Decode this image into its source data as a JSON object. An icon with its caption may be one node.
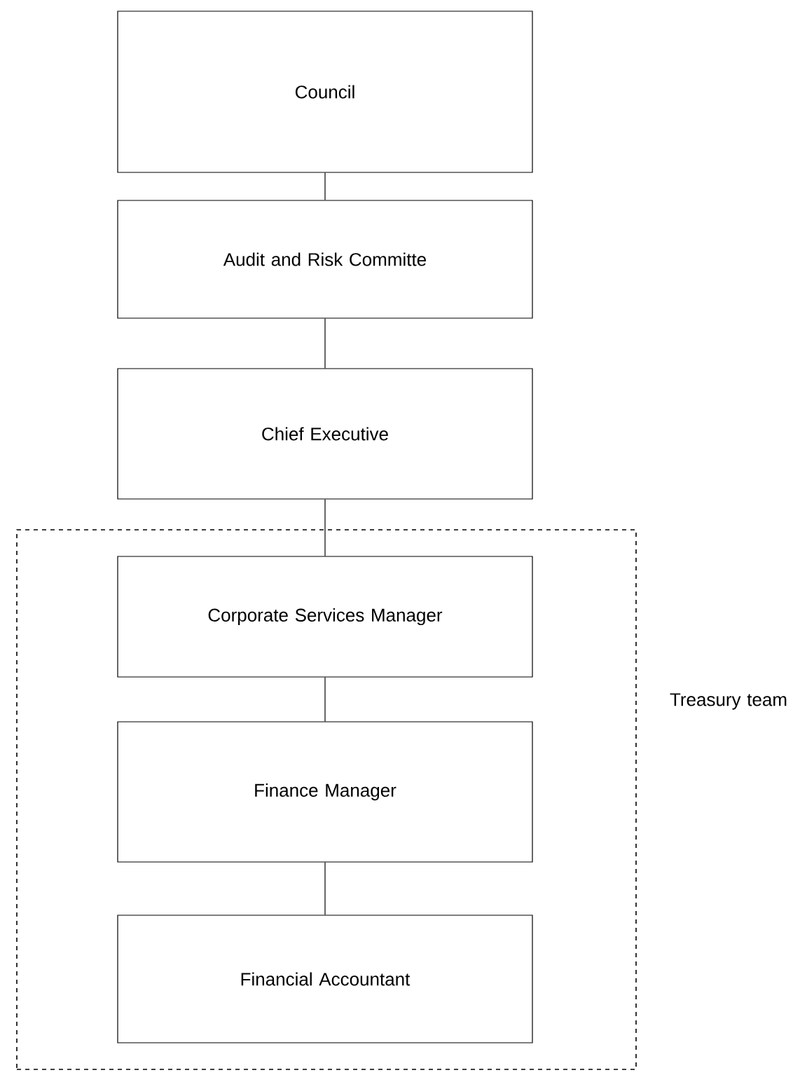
{
  "diagram": {
    "nodes": [
      {
        "text": [
          "Council"
        ]
      },
      {
        "text": [
          "Audit and Risk Committe"
        ]
      },
      {
        "text": [
          "Chief Executive"
        ]
      },
      {
        "text": [
          "Treasury team"
        ]
      },
      {
        "text": [
          "Corporate Services Manager"
        ],
        "in": 3
      },
      {
        "text": [
          "Finance Manager"
        ],
        "in": 3
      },
      {
        "text": [
          "Financial Accountant"
        ],
        "in": 3
      }
    ],
    "edges": [
      {
        "from": 0,
        "to": 1,
        "arrow": "none"
      },
      {
        "from": 1,
        "to": 2,
        "arrow": "none"
      },
      {
        "from": 2,
        "to": 4,
        "arrow": "none"
      },
      {
        "from": 4,
        "to": 5,
        "arrow": "none"
      },
      {
        "from": 5,
        "to": 6,
        "arrow": "none"
      }
    ]
  }
}
